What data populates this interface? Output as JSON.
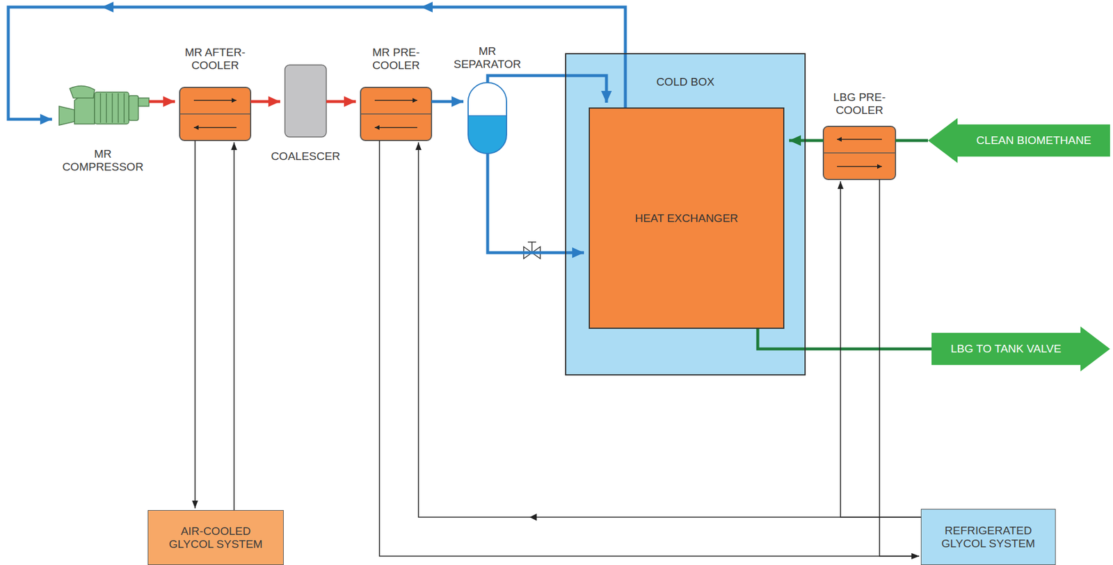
{
  "diagram": {
    "nodes": [
      {
        "text": [
          "MR COMPRESSOR"
        ]
      },
      {
        "text": [
          "MR AFTER-COOLER"
        ]
      },
      {
        "text": [
          "COALESCER"
        ]
      },
      {
        "text": [
          "MR PRE-COOLER"
        ]
      },
      {
        "text": [
          "MR SEPARATOR"
        ]
      },
      {
        "text": [
          "COLD BOX"
        ]
      },
      {
        "text": [
          "HEAT EXCHANGER"
        ],
        "in": 5
      },
      {
        "text": [
          "LBG PRE-COOLER"
        ]
      },
      {
        "text": [
          "CLEAN BIOMETHANE"
        ]
      },
      {
        "text": [
          "LBG TO TANK VALVE"
        ]
      },
      {
        "text": [
          "AIR-COOLED GLYCOL SYSTEM"
        ]
      },
      {
        "text": [
          "REFRIGERATED GLYCOL SYSTEM"
        ]
      }
    ],
    "edges": [
      {
        "from": 0,
        "to": 1,
        "arrow": "to"
      },
      {
        "from": 1,
        "to": 2,
        "arrow": "to"
      },
      {
        "from": 2,
        "to": 3,
        "arrow": "to"
      },
      {
        "from": 3,
        "to": 4,
        "arrow": "to"
      },
      {
        "from": 4,
        "to": 6,
        "arrow": "to"
      },
      {
        "from": 4,
        "to": 6,
        "arrow": "to"
      },
      {
        "from": 6,
        "to": 0,
        "arrow": "to"
      },
      {
        "from": 8,
        "to": 7,
        "arrow": "none"
      },
      {
        "from": 7,
        "to": 6,
        "arrow": "to"
      },
      {
        "from": 6,
        "to": 9,
        "arrow": "none"
      },
      {
        "from": 1,
        "to": 10,
        "arrow": "to"
      },
      {
        "from": 10,
        "to": 1,
        "arrow": "to"
      },
      {
        "from": 3,
        "to": 11,
        "arrow": "to"
      },
      {
        "from": 11,
        "to": 3,
        "arrow": "to"
      },
      {
        "from": 11,
        "to": 7,
        "arrow": "to"
      },
      {
        "from": 7,
        "to": 11,
        "arrow": "to"
      }
    ]
  }
}
